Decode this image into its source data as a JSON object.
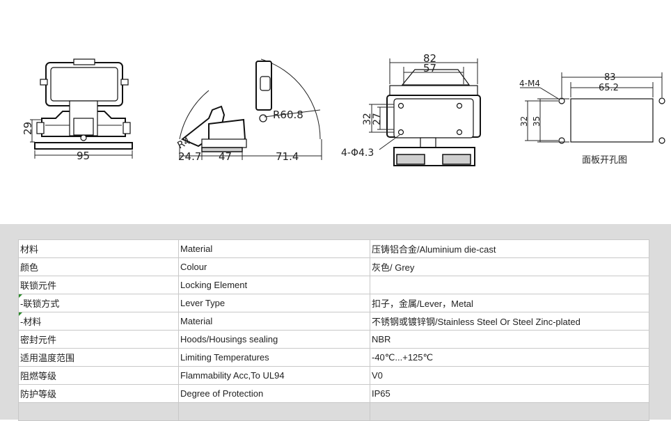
{
  "drawing": {
    "view1": {
      "dim_height": "29",
      "dim_width": "95"
    },
    "view2": {
      "dim_radius_lever": "R60.8",
      "dim_radius_small": "R4",
      "dim_a": "24.7",
      "dim_b": "47",
      "dim_c": "71.4"
    },
    "view3": {
      "dim_outer": "82",
      "dim_inner": "57",
      "dim_h1": "32",
      "dim_h2": "27",
      "dim_holes": "4-Φ4.3"
    },
    "view4": {
      "dim_outer": "83",
      "dim_inner": "65.2",
      "dim_screw": "4-M4",
      "dim_h1": "32",
      "dim_h2": "35",
      "caption": "面板开孔图"
    }
  },
  "spec_table": {
    "rows": [
      {
        "zh": "材料",
        "en": "Material",
        "value": "压铸铝合金/Aluminium die-cast",
        "sub": false
      },
      {
        "zh": "颜色",
        "en": "Colour",
        "value": "灰色/ Grey",
        "sub": false
      },
      {
        "zh": "联锁元件",
        "en": "Locking Element",
        "value": "",
        "sub": false
      },
      {
        "zh": " -联锁方式",
        "en": "Lever Type",
        "value": "扣子，金属/Lever，Metal",
        "sub": true
      },
      {
        "zh": " -材料",
        "en": "Material",
        "value": "不锈钢或镀锌钢/Stainless Steel Or Steel Zinc-plated",
        "sub": true
      },
      {
        "zh": "密封元件",
        "en": "Hoods/Housings sealing",
        "value": "NBR",
        "sub": false
      },
      {
        "zh": "适用温度范围",
        "en": "Limiting Temperatures",
        "value": "-40℃...+125℃",
        "sub": false
      },
      {
        "zh": "阻燃等级",
        "en": "Flammability Acc,To UL94",
        "value": "V0",
        "sub": false
      },
      {
        "zh": "防护等级",
        "en": "Degree of Protection",
        "value": "IP65",
        "sub": false
      }
    ]
  }
}
